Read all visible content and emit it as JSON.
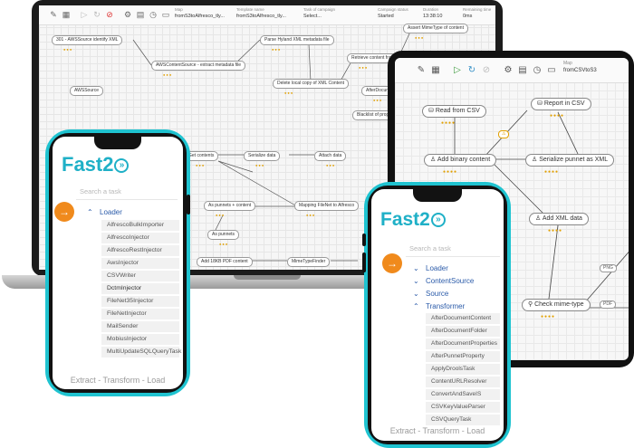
{
  "laptop": {
    "toolbar": {
      "fields": [
        {
          "label": "Map",
          "value": "fromS3toAlfresco_tly..."
        },
        {
          "label": "Template name",
          "value": "fromS3toAlfresco_tly..."
        },
        {
          "label": "Task of campaign",
          "value": "Select..."
        },
        {
          "label": "Campaign status",
          "value": "Started"
        },
        {
          "label": "Duration",
          "value": "13:38:10"
        },
        {
          "label": "Remaining time",
          "value": "0ms"
        }
      ]
    },
    "nodes": [
      "301 - AWSSource identify XML",
      "AWSContentSource - extract metadata file",
      "Parse Hyland XML metadata file",
      "Assert MimeType of content",
      "Retrieve content from...",
      "Delete local copy of XML Content",
      "AfterDocum...",
      "Blacklist of prop...",
      "AWSSource",
      "Get contents",
      "Serialize data",
      "Attach data",
      "As punnets + content",
      "Mapping FileNet to Alfresco",
      "As punnets",
      "Add 18KB PDF content",
      "MimeTypeFinder"
    ]
  },
  "tablet": {
    "toolbar": {
      "map_label": "Map",
      "map_value": "fromCSVtoS3"
    },
    "nodes": {
      "read_csv": "Read from CSV",
      "report_csv": "Report in CSV",
      "add_binary": "Add binary content",
      "serialize_xml": "Serialize punnet as XML",
      "add_xml": "Add XML data",
      "check_mime": "Check mime-type"
    },
    "badges": [
      "PNG",
      "PDF"
    ]
  },
  "phone_left": {
    "logo": "Fast2",
    "search_placeholder": "Search a task",
    "category": "Loader",
    "items": [
      "AlfrescoBulkImporter",
      "AlfrescoInjector",
      "AlfrescoRestInjector",
      "AwsInjector",
      "CSVWriter",
      "DctmInjector",
      "FileNet35Injector",
      "FileNetInjector",
      "MailSender",
      "MobiusInjector",
      "MultiUpdateSQLQueryTask"
    ],
    "footer": "Extract - Transform - Load"
  },
  "phone_right": {
    "logo": "Fast2",
    "search_placeholder": "Search a task",
    "categories": [
      {
        "label": "Loader",
        "expanded": false
      },
      {
        "label": "ContentSource",
        "expanded": false
      },
      {
        "label": "Source",
        "expanded": false
      },
      {
        "label": "Transformer",
        "expanded": true
      }
    ],
    "items": [
      "AfterDocumentContent",
      "AfterDocumentFolder",
      "AfterDocumentProperties",
      "AfterPunnetProperty",
      "ApplyDroolsTask",
      "ContentURLResolver",
      "ConvertAndSaveIS",
      "CSVKeyValueParser",
      "CSVQueryTask"
    ],
    "footer": "Extract - Transform - Load"
  },
  "colors": {
    "accent": "#1fc3d0",
    "orange": "#f08a1c",
    "blue": "#2b5ba9"
  }
}
